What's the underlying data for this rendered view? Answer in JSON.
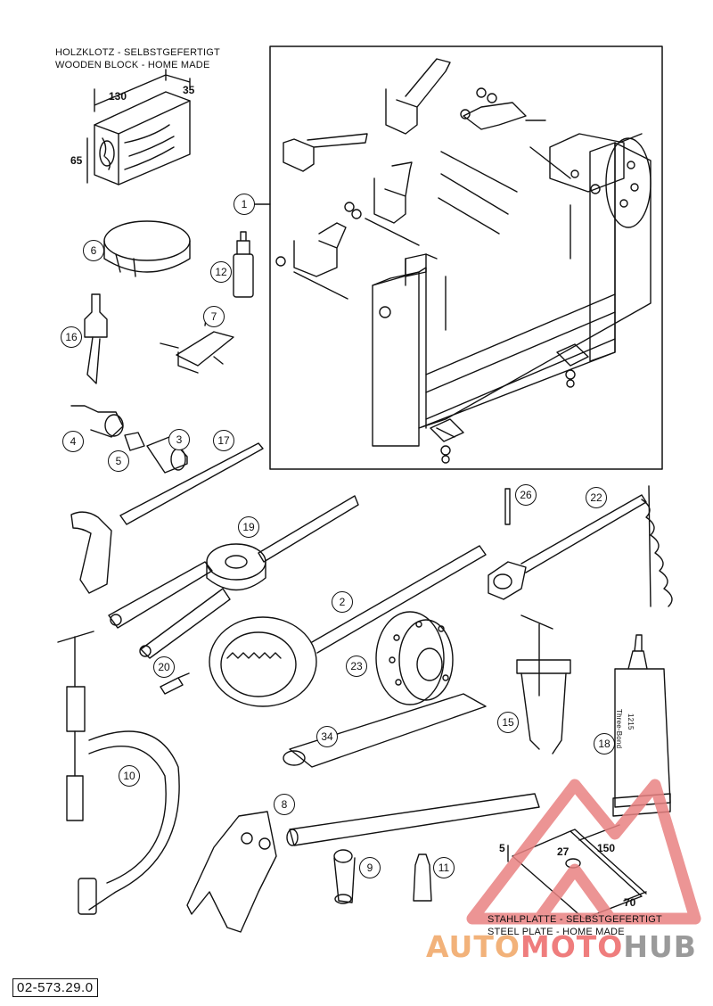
{
  "wooden_block": {
    "label_de": "HOLZKLOTZ - SELBSTGEFERTIGT",
    "label_en": "WOODEN BLOCK - HOME MADE",
    "dims": [
      "130",
      "35",
      "65"
    ]
  },
  "steel_plate": {
    "label_de": "STAHLPLATTE - SELBSTGEFERTIGT",
    "label_en": "STEEL PLATE - HOME MADE",
    "dims": [
      "5",
      "27",
      "150",
      "70"
    ]
  },
  "callouts": [
    "1",
    "2",
    "3",
    "4",
    "5",
    "6",
    "7",
    "8",
    "9",
    "10",
    "11",
    "12",
    "15",
    "16",
    "17",
    "18",
    "19",
    "20",
    "22",
    "23",
    "26",
    "34"
  ],
  "tube_label": [
    "Three-Bond",
    "1215"
  ],
  "reference": "02-573.29.0",
  "watermark": {
    "part1": "AUTO",
    "part2": "MOTO",
    "part3": "HUB"
  }
}
